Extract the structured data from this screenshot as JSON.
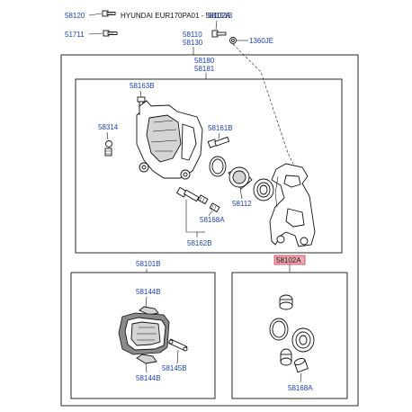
{
  "header": {
    "title": "HYUNDAI EUR170PA01 - 58102A"
  },
  "labels": {
    "p58120": "58120",
    "p51711": "51711",
    "p58151b": "58151B",
    "p58110": "58110",
    "p58130": "58130",
    "p1360je": "1360JE",
    "p58180": "58180",
    "p58181": "58181",
    "p58163b": "58163B",
    "p58314": "58314",
    "p58161b": "58161B",
    "p58112": "58112",
    "p58168a_top": "58168A",
    "p58162b": "58162B",
    "p58101b": "58101B",
    "p58102a": "58102A",
    "p58144b_top": "58144B",
    "p58144b_bottom": "58144B",
    "p58145b": "58145B",
    "p58168a_bottom": "58168A"
  },
  "colors": {
    "label_blue": "#1a3fb5",
    "highlight_fill": "#f3a8b4",
    "highlight_stroke": "#c0283e"
  }
}
